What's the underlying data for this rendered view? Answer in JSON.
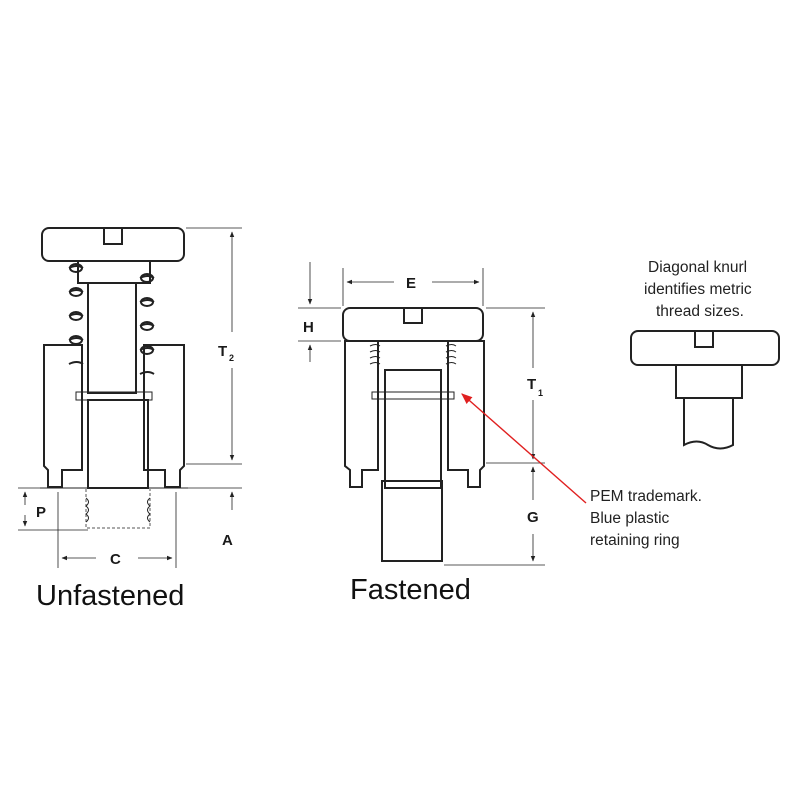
{
  "labels": {
    "unfastened": "Unfastened",
    "fastened": "Fastened",
    "dim_t2_main": "T",
    "dim_t2_sub": "2",
    "dim_p": "P",
    "dim_a": "A",
    "dim_c": "C",
    "dim_e": "E",
    "dim_h": "H",
    "dim_t1_main": "T",
    "dim_t1_sub": "1",
    "dim_g": "G"
  },
  "notes": {
    "knurl_line1": "Diagonal knurl",
    "knurl_line2": "identifies metric",
    "knurl_line3": "thread sizes.",
    "pem_line1": "PEM trademark.",
    "pem_line2": "Blue plastic",
    "pem_line3": "retaining ring"
  },
  "colors": {
    "line": "#222222",
    "hatch": "#555555",
    "ring": "#8a8a8a",
    "callout_arrow": "#e02020"
  }
}
